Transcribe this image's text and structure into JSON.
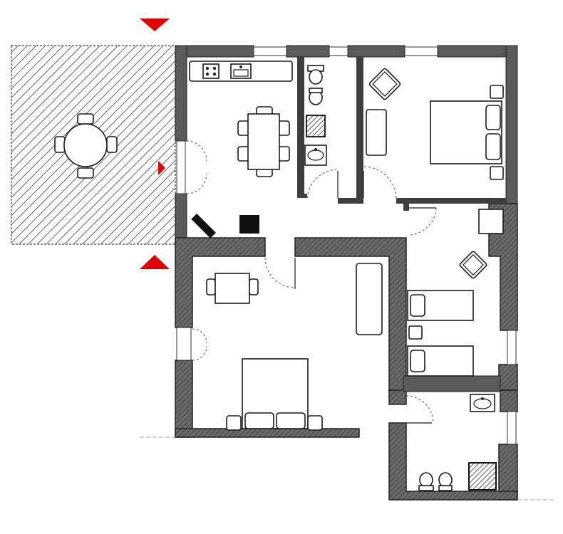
{
  "plan": {
    "type": "apartment-floor-plan",
    "rooms": [
      {
        "id": "kitchen-dining",
        "furniture": [
          "kitchen-counter",
          "cooktop",
          "kitchen-sink",
          "dining-table",
          "chair",
          "chair",
          "chair",
          "chair",
          "stove",
          "fireplace"
        ]
      },
      {
        "id": "bathroom-1",
        "furniture": [
          "toilet",
          "bidet",
          "shower",
          "washbasin"
        ]
      },
      {
        "id": "bedroom-1",
        "furniture": [
          "double-bed",
          "armchair",
          "wardrobe",
          "nightstand",
          "nightstand"
        ]
      },
      {
        "id": "bedroom-2",
        "furniture": [
          "single-bed",
          "single-bed",
          "armchair",
          "nightstand",
          "cabinet"
        ]
      },
      {
        "id": "master-bedroom",
        "furniture": [
          "double-bed",
          "table",
          "chair",
          "chair",
          "wardrobe"
        ]
      },
      {
        "id": "bathroom-2",
        "furniture": [
          "washbasin",
          "toilet",
          "bidet",
          "shower"
        ]
      },
      {
        "id": "terrace",
        "furniture": [
          "round-table",
          "chair",
          "chair",
          "chair",
          "chair"
        ]
      }
    ],
    "markers": [
      "section-marker-top",
      "section-marker-left",
      "section-marker-bottom"
    ],
    "colors": {
      "wall": "#5a5a5a",
      "marker": "#e00000",
      "line": "#1a1a1a"
    }
  }
}
